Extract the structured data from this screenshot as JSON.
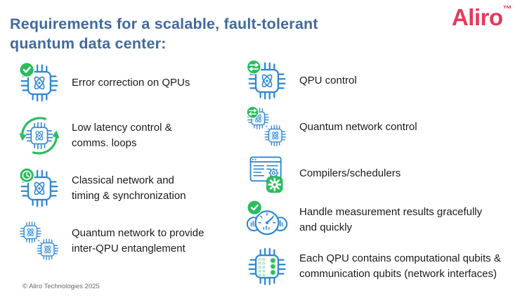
{
  "logo": {
    "text": "Aliro",
    "tm": "™"
  },
  "title": "Requirements for a scalable, fault-tolerant\nquantum data center:",
  "footer": "© Aliro Technologies 2025",
  "colors": {
    "title_blue": "#416a9f",
    "logo_red": "#e63a5c",
    "icon_blue": "#2e86d6",
    "icon_green": "#2abd5f",
    "icon_light_blue_fill": "#eaf4fd",
    "qubit_light_green": "#b9e7c9",
    "text": "#1b1b1b"
  },
  "left_items": [
    {
      "icon": "chip-check-icon",
      "label": "Error correction on QPUs"
    },
    {
      "icon": "chip-loop-icon",
      "label": "Low latency control &\ncomms. loops"
    },
    {
      "icon": "chip-clock-icon",
      "label": "Classical network and\ntiming & synchronization"
    },
    {
      "icon": "chip-network-icon",
      "label": "Quantum network to provide\ninter-QPU entanglement"
    }
  ],
  "right_items": [
    {
      "icon": "chip-sliders-icon",
      "label": "QPU control"
    },
    {
      "icon": "chip-network-sliders-icon",
      "label": "Quantum network control"
    },
    {
      "icon": "compiler-gear-icon",
      "label": "Compilers/schedulers"
    },
    {
      "icon": "gauges-check-icon",
      "label": "Handle measurement results gracefully\nand quickly"
    },
    {
      "icon": "chip-qubits-icon",
      "label": "Each QPU contains computational qubits &\ncommunication qubits (network interfaces)"
    }
  ]
}
